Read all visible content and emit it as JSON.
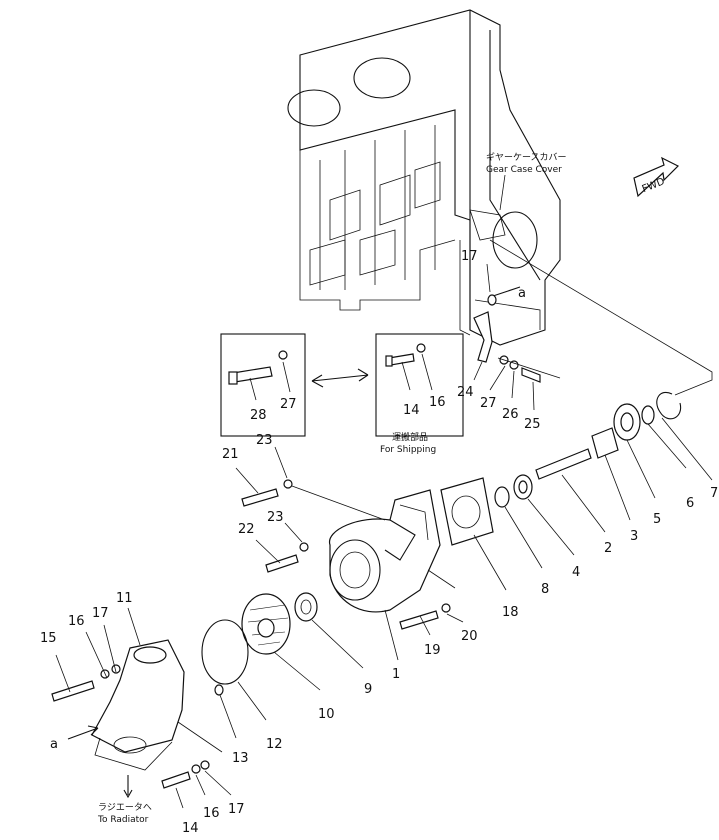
{
  "captions": {
    "gear_case_jp": "ギヤーケースカバー",
    "gear_case_en": "Gear Case Cover",
    "fwd": "FWD",
    "shipping_jp": "運搬部品",
    "shipping_en": "For Shipping",
    "radiator_jp": "ラジエータへ",
    "radiator_en": "To Radiator",
    "view_marker": "a"
  },
  "part_numbers": {
    "p1": "1",
    "p2": "2",
    "p3": "3",
    "p4": "4",
    "p5": "5",
    "p6": "6",
    "p7": "7",
    "p8": "8",
    "p9": "9",
    "p10": "10",
    "p11": "11",
    "p12": "12",
    "p13": "13",
    "p14": "14",
    "p15": "15",
    "p16": "16",
    "p17": "17",
    "p18": "18",
    "p19": "19",
    "p20": "20",
    "p21": "21",
    "p22": "22",
    "p23": "23",
    "p24": "24",
    "p25": "25",
    "p26": "26",
    "p27": "27",
    "p28": "28"
  }
}
